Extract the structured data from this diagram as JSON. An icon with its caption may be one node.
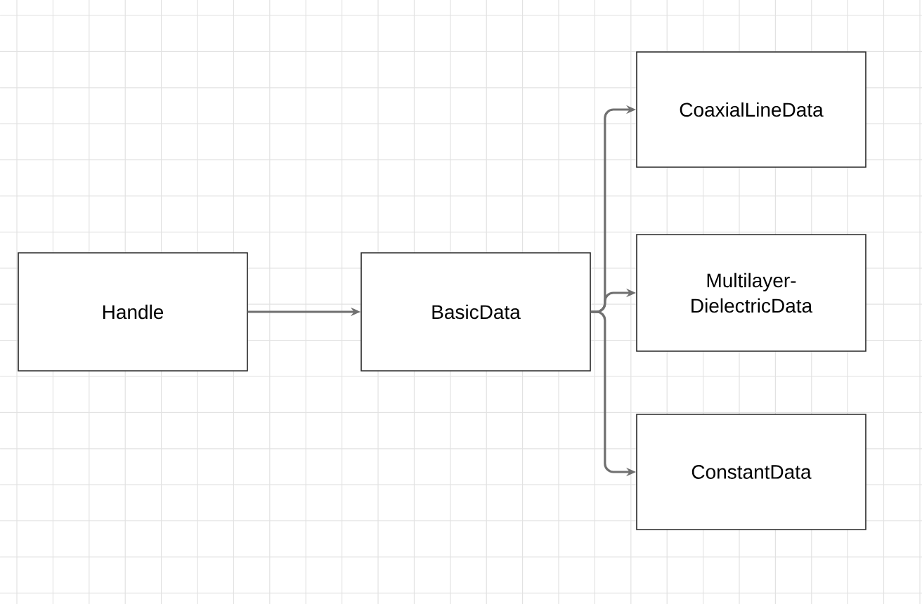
{
  "diagram": {
    "nodes": [
      {
        "text": [
          "Handle"
        ]
      },
      {
        "text": [
          "BasicData"
        ]
      },
      {
        "text": [
          "CoaxialLineData"
        ]
      },
      {
        "text": [
          "Multilayer- DielectricData"
        ]
      },
      {
        "text": [
          "ConstantData"
        ]
      }
    ],
    "edges": [
      {
        "from": 0,
        "to": 1,
        "arrow": "to"
      },
      {
        "from": 1,
        "to": 2,
        "arrow": "to"
      },
      {
        "from": 1,
        "to": 3,
        "arrow": "to"
      },
      {
        "from": 1,
        "to": 4,
        "arrow": "to"
      }
    ]
  }
}
